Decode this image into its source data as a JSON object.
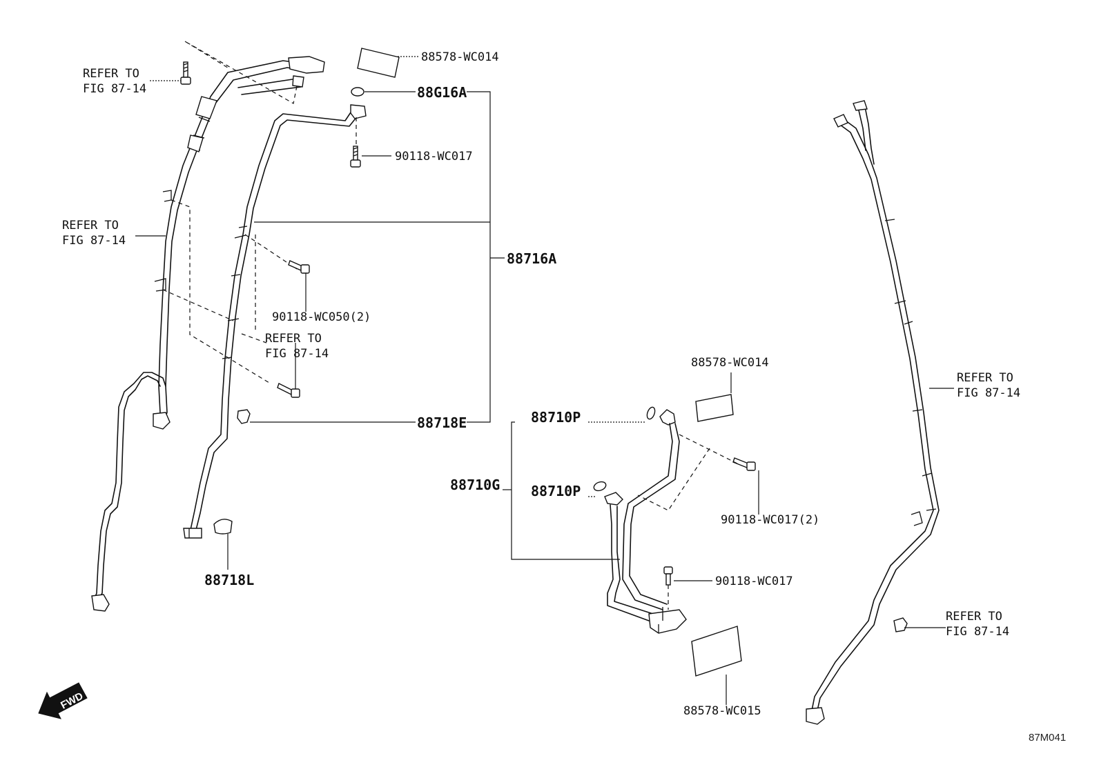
{
  "labels": {
    "refer_top_left": [
      "REFER TO",
      "FIG 87-14"
    ],
    "refer_mid_left": [
      "REFER TO",
      "FIG 87-14"
    ],
    "refer_center": [
      "REFER TO",
      "FIG 87-14"
    ],
    "refer_right": [
      "REFER TO",
      "FIG 87-14"
    ],
    "refer_bottom_right": [
      "REFER TO",
      "FIG 87-14"
    ],
    "p_88578_wc014_top": "88578-WC014",
    "p_88g16a": "88G16A",
    "p_90118_wc017_top": "90118-WC017",
    "p_88716a": "88716A",
    "p_90118_wc050": "90118-WC050(2)",
    "p_88718e": "88718E",
    "p_88718l": "88718L",
    "p_88578_wc014_mid": "88578-WC014",
    "p_88710p_a": "88710P",
    "p_88710g": "88710G",
    "p_88710p_b": "88710P",
    "p_90118_wc017_2": "90118-WC017(2)",
    "p_90118_wc017_low": "90118-WC017",
    "p_88578_wc015": "88578-WC015",
    "fwd": "FWD",
    "diagram_code": "87M041"
  }
}
